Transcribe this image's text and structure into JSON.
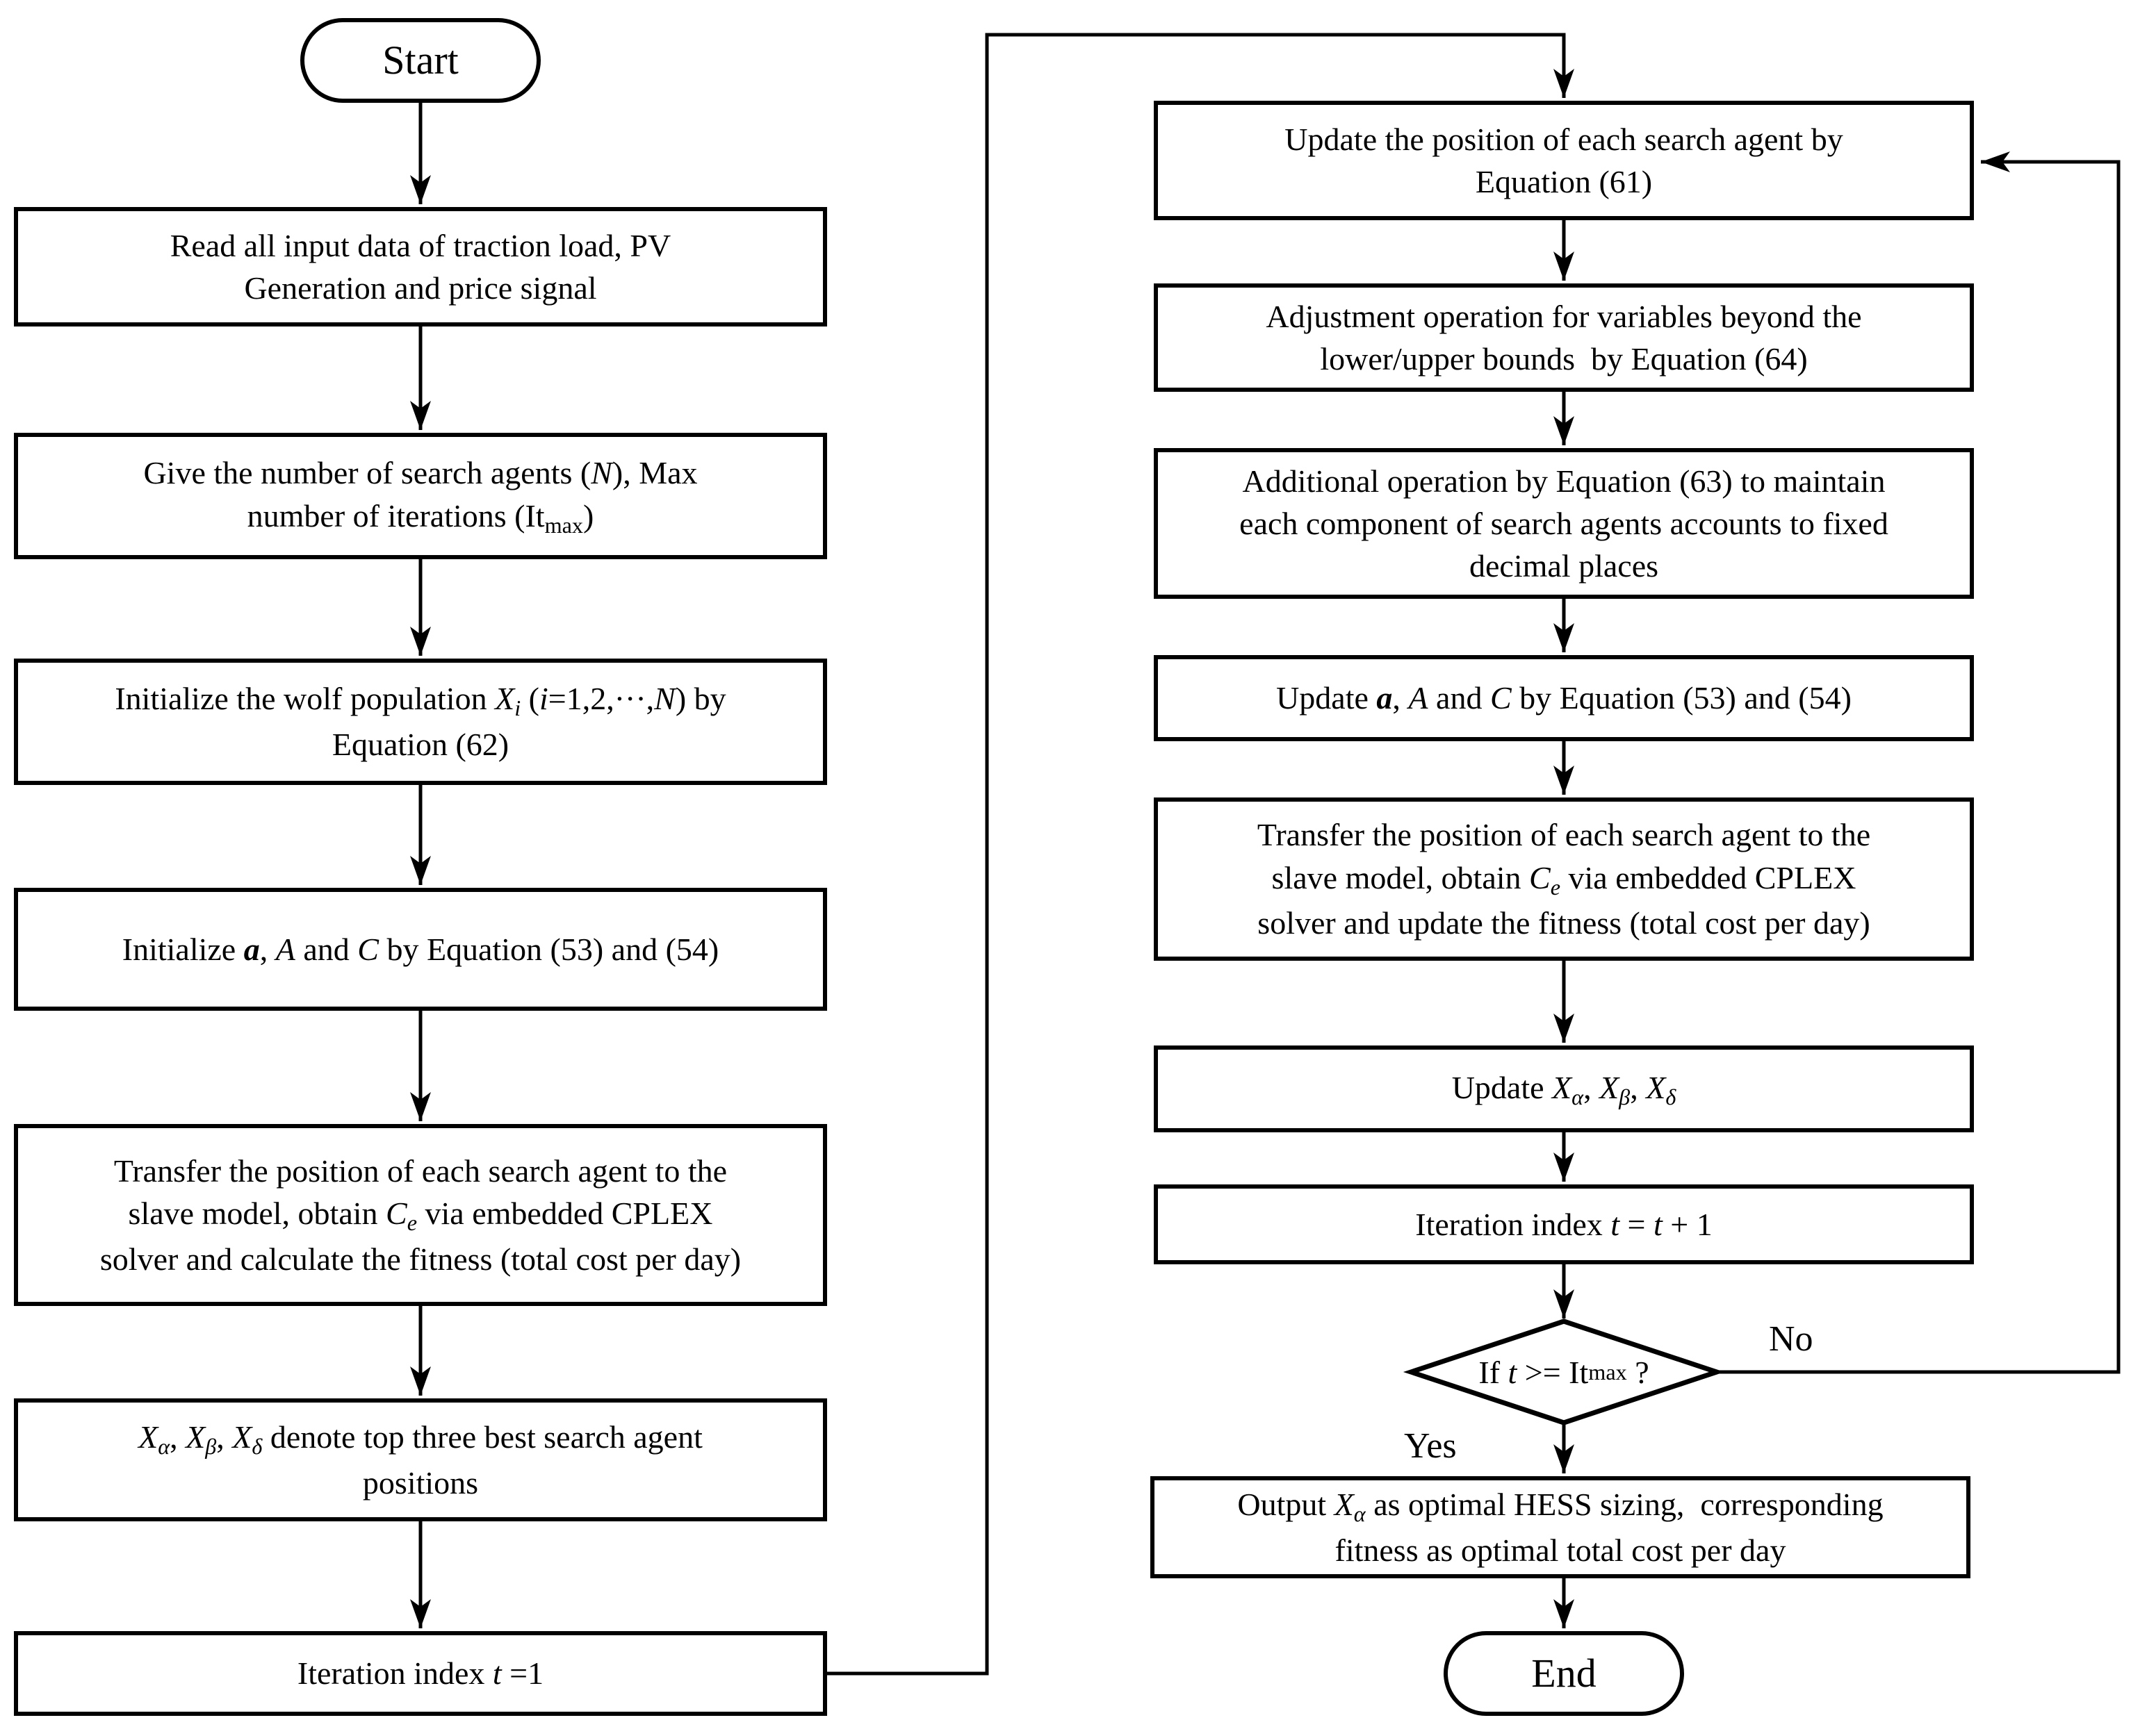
{
  "canvas": {
    "background": "#ffffff",
    "stroke": "#000000"
  },
  "nodes": {
    "start": {
      "label": "Start"
    },
    "read_input": {
      "runs": [
        {
          "t": "Read all input data of traction load, PV\nGeneration and price signal"
        }
      ]
    },
    "give_params": {
      "runs": [
        {
          "t": "Give the number of search agents ("
        },
        {
          "t": "N",
          "s": "i"
        },
        {
          "t": "), Max\nnumber of iterations (It"
        },
        {
          "t": "max",
          "s": "sub"
        },
        {
          "t": ")"
        }
      ]
    },
    "init_population": {
      "runs": [
        {
          "t": "Initialize the wolf population "
        },
        {
          "t": "X",
          "s": "i"
        },
        {
          "t": "i",
          "s": "i sub"
        },
        {
          "t": " ("
        },
        {
          "t": "i",
          "s": "i"
        },
        {
          "t": "=1,2,···,"
        },
        {
          "t": "N",
          "s": "i"
        },
        {
          "t": ") by\nEquation (62)"
        }
      ]
    },
    "init_aac": {
      "runs": [
        {
          "t": "Initialize "
        },
        {
          "t": "a",
          "s": "bi"
        },
        {
          "t": ", "
        },
        {
          "t": "A",
          "s": "i"
        },
        {
          "t": " and "
        },
        {
          "t": "C",
          "s": "i"
        },
        {
          "t": " by Equation (53) and (54)"
        }
      ]
    },
    "transfer_calc": {
      "runs": [
        {
          "t": "Transfer the position of each search agent to the\nslave model, obtain "
        },
        {
          "t": "C",
          "s": "i"
        },
        {
          "t": "e",
          "s": "i sub"
        },
        {
          "t": " via embedded CPLEX\nsolver and calculate the fitness (total cost per day)"
        }
      ]
    },
    "top_three": {
      "runs": [
        {
          "t": "X",
          "s": "i"
        },
        {
          "t": "α",
          "s": "i sub"
        },
        {
          "t": ", "
        },
        {
          "t": "X",
          "s": "i"
        },
        {
          "t": "β",
          "s": "i sub"
        },
        {
          "t": ", "
        },
        {
          "t": "X",
          "s": "i"
        },
        {
          "t": "δ",
          "s": "i sub"
        },
        {
          "t": " denote top three best search agent\npositions"
        }
      ]
    },
    "iter_init": {
      "runs": [
        {
          "t": "Iteration index "
        },
        {
          "t": "t",
          "s": "i"
        },
        {
          "t": " =1"
        }
      ]
    },
    "update_position": {
      "runs": [
        {
          "t": "Update the position of each search agent by\nEquation (61)"
        }
      ]
    },
    "adjust_bounds": {
      "runs": [
        {
          "t": "Adjustment operation for variables beyond the\nlower/upper bounds  by Equation (64)"
        }
      ]
    },
    "additional_op": {
      "runs": [
        {
          "t": "Additional operation by Equation (63) to maintain\neach component of search agents accounts to fixed\ndecimal places"
        }
      ]
    },
    "update_aac": {
      "runs": [
        {
          "t": "Update "
        },
        {
          "t": "a",
          "s": "bi"
        },
        {
          "t": ", "
        },
        {
          "t": "A",
          "s": "i"
        },
        {
          "t": " and "
        },
        {
          "t": "C",
          "s": "i"
        },
        {
          "t": " by Equation (53) and (54)"
        }
      ]
    },
    "transfer_update": {
      "runs": [
        {
          "t": "Transfer the position of each search agent to the\nslave model, obtain "
        },
        {
          "t": "C",
          "s": "i"
        },
        {
          "t": "e",
          "s": "i sub"
        },
        {
          "t": " via embedded CPLEX\nsolver and update the fitness (total cost per day)"
        }
      ]
    },
    "update_leaders": {
      "runs": [
        {
          "t": "Update "
        },
        {
          "t": "X",
          "s": "i"
        },
        {
          "t": "α",
          "s": "i sub"
        },
        {
          "t": ", "
        },
        {
          "t": "X",
          "s": "i"
        },
        {
          "t": "β",
          "s": "i sub"
        },
        {
          "t": ", "
        },
        {
          "t": "X",
          "s": "i"
        },
        {
          "t": "δ",
          "s": "i sub"
        }
      ]
    },
    "iter_increment": {
      "runs": [
        {
          "t": "Iteration index "
        },
        {
          "t": "t",
          "s": "i"
        },
        {
          "t": " = "
        },
        {
          "t": "t",
          "s": "i"
        },
        {
          "t": " + 1"
        }
      ]
    },
    "decision": {
      "runs": [
        {
          "t": "If "
        },
        {
          "t": "t",
          "s": "i"
        },
        {
          "t": " >= It"
        },
        {
          "t": "max",
          "s": "sub"
        },
        {
          "t": " ?"
        }
      ]
    },
    "output": {
      "runs": [
        {
          "t": "Output "
        },
        {
          "t": "X",
          "s": "i"
        },
        {
          "t": "α",
          "s": "i sub"
        },
        {
          "t": " as optimal HESS sizing,  corresponding\nfitness as optimal total cost per day"
        }
      ]
    },
    "end": {
      "label": "End"
    }
  },
  "edge_labels": {
    "yes": "Yes",
    "no": "No"
  }
}
